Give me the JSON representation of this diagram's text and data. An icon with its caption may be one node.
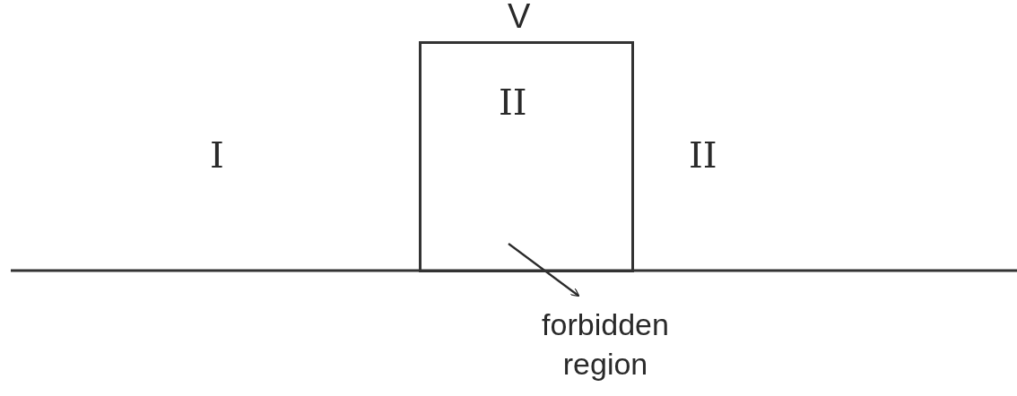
{
  "diagram": {
    "nodes": [
      {
        "text": [
          "V",
          "II"
        ]
      },
      {
        "text": [
          "forbidden region"
        ]
      }
    ],
    "edges": [
      {
        "from": 0,
        "to": 1,
        "arrow": "to"
      }
    ],
    "labels": [
      "I",
      "II"
    ]
  }
}
